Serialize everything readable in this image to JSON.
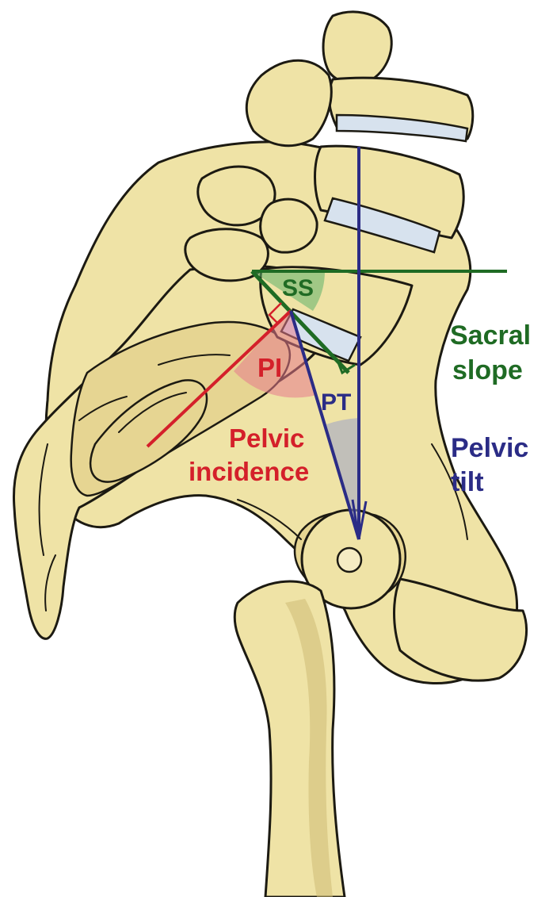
{
  "labels": {
    "ss": "SS",
    "pi": "PI",
    "pt": "PT",
    "pelvic_incidence_line1": "Pelvic",
    "pelvic_incidence_line2": "incidence",
    "sacral_slope_line1": "Sacral",
    "sacral_slope_line2": "slope",
    "pelvic_tilt_line1": "Pelvic",
    "pelvic_tilt_line2": "tilt"
  },
  "colors": {
    "sacral_slope": "#1f6b24",
    "pelvic_incidence": "#d4202a",
    "pelvic_tilt": "#2b2c86",
    "ss_arc_fill": "#5fb36a",
    "pi_arc_fill": "#e57a8c",
    "pt_arc_fill": "#9aa3c8",
    "bone": "#efe3a6",
    "disc": "#d7e2ee"
  }
}
